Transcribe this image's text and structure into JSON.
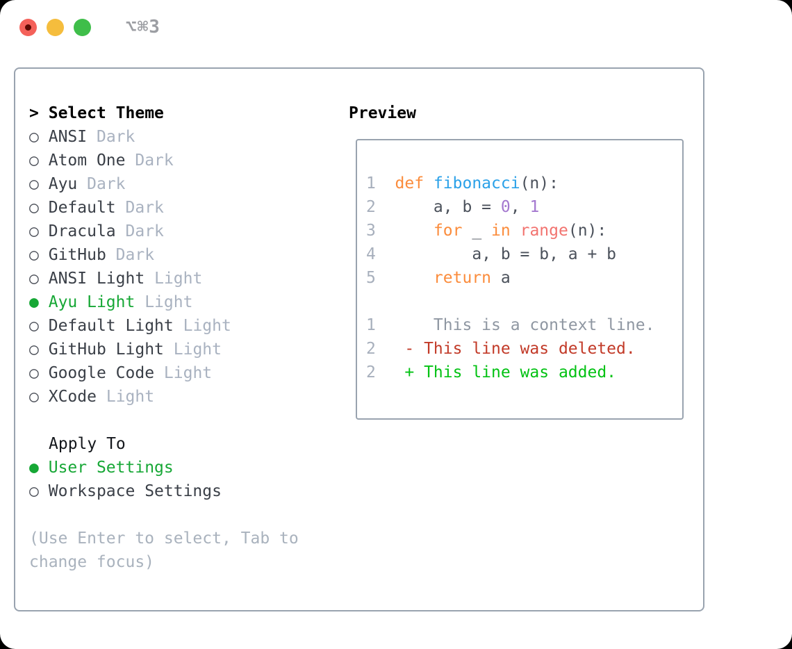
{
  "window": {
    "shortcut": "⌥⌘3"
  },
  "colors": {
    "traffic_red": "#f4615a",
    "traffic_red_dot": "#5d0a04",
    "traffic_yellow": "#f5bd3d",
    "traffic_green": "#3fbe4a",
    "titlebar_text": "#9c9ea3",
    "border": "#99a3af",
    "radio_outline": "#4a4e57",
    "select_green": "#16a735",
    "item_text": "#3a3f47",
    "muted": "#a9b2c0",
    "help": "#a9b2bd",
    "line_number": "#a7afbc",
    "keyword": "#fb8c3c",
    "function": "#2ba1e8",
    "builtin": "#f2736f",
    "number": "#a478cf",
    "code_text": "#4b515b",
    "context": "#8f97a2",
    "deleted": "#c23a28",
    "added": "#02c213"
  },
  "theme_picker": {
    "header_prompt": ">",
    "header_label": "Select Theme",
    "radio_selected_glyph": "●",
    "radio_unselected_glyph": "○",
    "items": [
      {
        "name": "ANSI",
        "variant": "Dark",
        "selected": false
      },
      {
        "name": "Atom One",
        "variant": "Dark",
        "selected": false
      },
      {
        "name": "Ayu",
        "variant": "Dark",
        "selected": false
      },
      {
        "name": "Default",
        "variant": "Dark",
        "selected": false
      },
      {
        "name": "Dracula",
        "variant": "Dark",
        "selected": false
      },
      {
        "name": "GitHub",
        "variant": "Dark",
        "selected": false
      },
      {
        "name": "ANSI Light",
        "variant": "Light",
        "selected": false
      },
      {
        "name": "Ayu Light",
        "variant": "Light",
        "selected": true
      },
      {
        "name": "Default Light",
        "variant": "Light",
        "selected": false
      },
      {
        "name": "GitHub Light",
        "variant": "Light",
        "selected": false
      },
      {
        "name": "Google Code",
        "variant": "Light",
        "selected": false
      },
      {
        "name": "XCode",
        "variant": "Light",
        "selected": false
      }
    ]
  },
  "apply_to": {
    "label": "Apply To",
    "options": [
      {
        "name": "User Settings",
        "selected": true
      },
      {
        "name": "Workspace Settings",
        "selected": false
      }
    ]
  },
  "help": {
    "lines": [
      "(Use Enter to select, Tab to",
      "change focus)"
    ]
  },
  "preview": {
    "title": "Preview",
    "code_lines": [
      [
        {
          "t": "1  ",
          "c": "ln"
        },
        {
          "t": "def ",
          "c": "kw"
        },
        {
          "t": "fibonacci",
          "c": "fn"
        },
        {
          "t": "(n):",
          "c": "pl"
        }
      ],
      [
        {
          "t": "2  ",
          "c": "ln"
        },
        {
          "t": "    a, b = ",
          "c": "pl"
        },
        {
          "t": "0",
          "c": "num"
        },
        {
          "t": ", ",
          "c": "pl"
        },
        {
          "t": "1",
          "c": "num"
        }
      ],
      [
        {
          "t": "3  ",
          "c": "ln"
        },
        {
          "t": "    ",
          "c": "pl"
        },
        {
          "t": "for",
          "c": "kw"
        },
        {
          "t": " _ ",
          "c": "pl"
        },
        {
          "t": "in",
          "c": "kw"
        },
        {
          "t": " ",
          "c": "pl"
        },
        {
          "t": "range",
          "c": "fnr"
        },
        {
          "t": "(n):",
          "c": "pl"
        }
      ],
      [
        {
          "t": "4  ",
          "c": "ln"
        },
        {
          "t": "        a, b = b, a + b",
          "c": "pl"
        }
      ],
      [
        {
          "t": "5  ",
          "c": "ln"
        },
        {
          "t": "    ",
          "c": "pl"
        },
        {
          "t": "return",
          "c": "kw"
        },
        {
          "t": " a",
          "c": "pl"
        }
      ],
      [],
      [
        {
          "t": "1  ",
          "c": "ln"
        },
        {
          "t": "    This is a context line.",
          "c": "ctx"
        }
      ],
      [
        {
          "t": "2  ",
          "c": "ln"
        },
        {
          "t": " - This line was deleted.",
          "c": "del"
        }
      ],
      [
        {
          "t": "2  ",
          "c": "ln"
        },
        {
          "t": " + This line was added.",
          "c": "add"
        }
      ]
    ]
  }
}
